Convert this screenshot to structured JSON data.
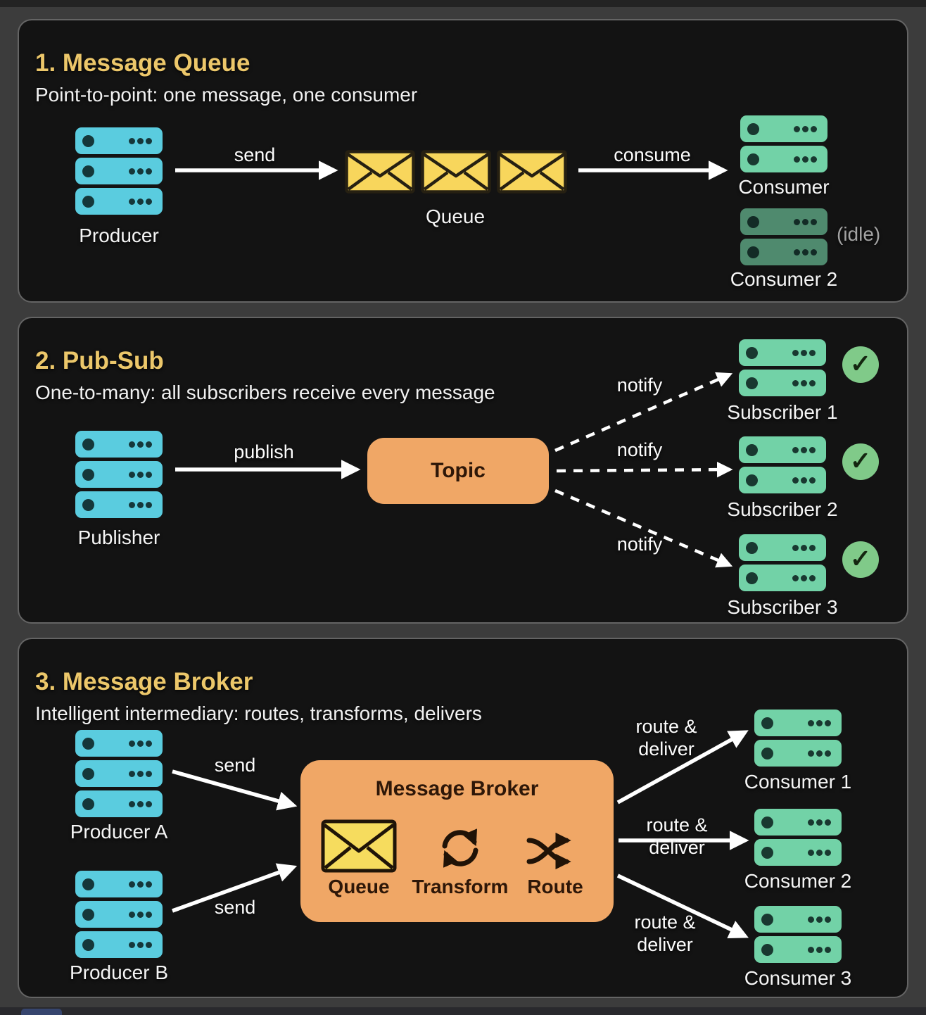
{
  "panel1": {
    "title": "1. Message Queue",
    "subtitle": "Point-to-point: one message, one consumer",
    "producer": "Producer",
    "queue": "Queue",
    "consumer": "Consumer",
    "consumer2": "Consumer 2",
    "idle": "(idle)",
    "send": "send",
    "consume": "consume"
  },
  "panel2": {
    "title": "2. Pub-Sub",
    "subtitle": "One-to-many: all subscribers receive every message",
    "publisher": "Publisher",
    "topic": "Topic",
    "publish": "publish",
    "notify": "notify",
    "subscriber1": "Subscriber 1",
    "subscriber2": "Subscriber 2",
    "subscriber3": "Subscriber 3"
  },
  "panel3": {
    "title": "3. Message Broker",
    "subtitle": "Intelligent intermediary: routes, transforms, delivers",
    "producerA": "Producer A",
    "producerB": "Producer B",
    "send": "send",
    "broker_title": "Message Broker",
    "queue": "Queue",
    "transform": "Transform",
    "route": "Route",
    "route_deliver": "route & deliver",
    "consumer1": "Consumer 1",
    "consumer2": "Consumer 2",
    "consumer3": "Consumer 3"
  },
  "colors": {
    "accent_gold": "#ecc76a",
    "producer_blue": "#5accdf",
    "consumer_green": "#72d2a7",
    "idle_green": "#4f8a6e",
    "orange": "#f0a766",
    "envelope_yellow": "#f8d65c",
    "check_green": "#80ca89"
  }
}
